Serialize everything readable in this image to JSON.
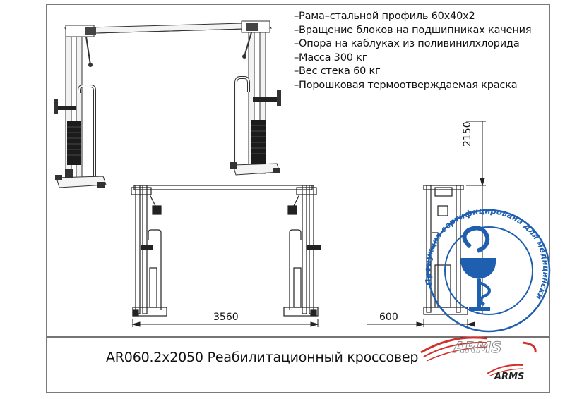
{
  "specs": [
    "–Рама–стальной профиль 60х40х2",
    "–Вращение блоков на подшипниках качения",
    "–Опора на каблуках из поливинилхлорида",
    "–Масса 300 кг",
    "–Вес стека 60 кг",
    "–Порошковая термоотверждаемая краска"
  ],
  "dimensions": {
    "width": "3560",
    "depth": "600",
    "height": "2150"
  },
  "product_title": "AR060.2х2050 Реабилитационный кроссовер",
  "brand": "ARMS",
  "stamp_text": "Продукция сертифицирована для медицинских учреждений",
  "colors": {
    "brand_red": "#d2302a",
    "stamp_blue": "#1f5fb0",
    "line": "#222222"
  }
}
